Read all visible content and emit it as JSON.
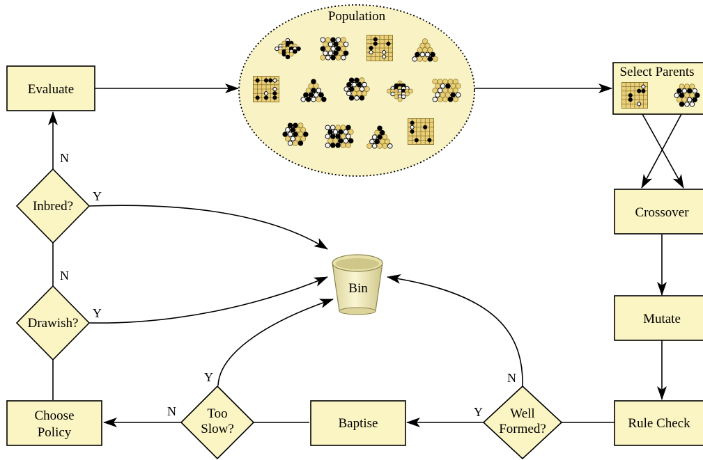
{
  "nodes": {
    "population": "Population",
    "evaluate": "Evaluate",
    "select_parents": "Select Parents",
    "crossover": "Crossover",
    "mutate": "Mutate",
    "rule_check": "Rule Check",
    "well_formed_line1": "Well",
    "well_formed_line2": "Formed?",
    "baptise": "Baptise",
    "too_slow_line1": "Too",
    "too_slow_line2": "Slow?",
    "choose_policy_line1": "Choose",
    "choose_policy_line2": "Policy",
    "drawish": "Drawish?",
    "inbred": "Inbred?",
    "bin": "Bin"
  },
  "edge_labels": {
    "inbred_to_evaluate": "N",
    "inbred_to_bin": "Y",
    "drawish_to_inbred": "N",
    "drawish_to_bin": "Y",
    "well_formed_to_baptise": "Y",
    "well_formed_to_bin": "N",
    "too_slow_to_choose_policy": "N",
    "too_slow_to_bin": "Y"
  },
  "colors": {
    "node_fill": "#fbf4c3",
    "population_fill": "#f9f2c4",
    "bin_fill": "#f1ebb6",
    "board_cell": "#e9cf7a"
  },
  "population_boards": [
    {
      "shape": "hex-diamond",
      "row": 1
    },
    {
      "shape": "hex-square",
      "row": 1
    },
    {
      "shape": "square-grid",
      "row": 1
    },
    {
      "shape": "triangle",
      "row": 1
    },
    {
      "shape": "square-grid",
      "row": 2
    },
    {
      "shape": "triangle",
      "row": 2
    },
    {
      "shape": "hexagon",
      "row": 2
    },
    {
      "shape": "hex-diamond",
      "row": 2
    },
    {
      "shape": "hex-square",
      "row": 2
    },
    {
      "shape": "hexagon",
      "row": 3
    },
    {
      "shape": "hex-square",
      "row": 3
    },
    {
      "shape": "triangle",
      "row": 3
    },
    {
      "shape": "square-grid",
      "row": 3
    }
  ]
}
